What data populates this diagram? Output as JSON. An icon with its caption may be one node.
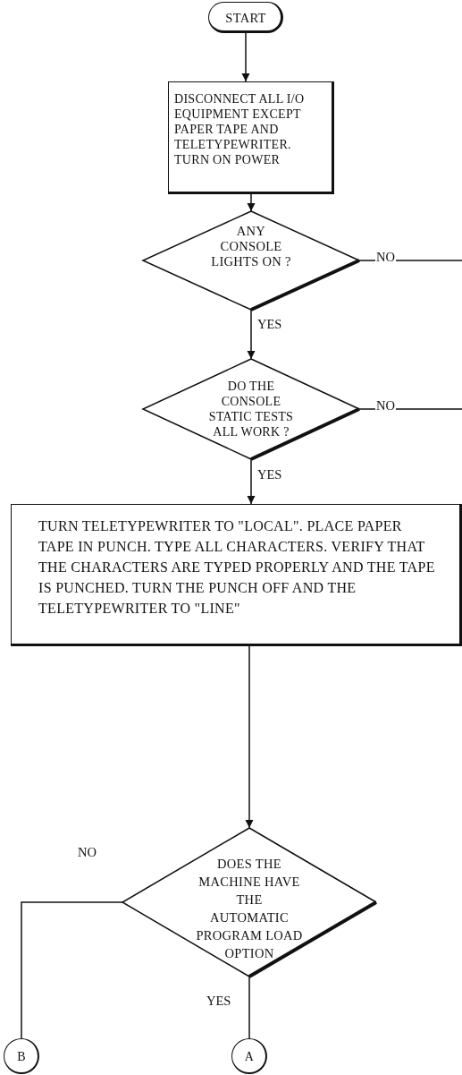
{
  "diagram": {
    "nodes": [
      {
        "text": [
          "START"
        ]
      },
      {
        "text": [
          "DISCONNECT ALL I/O EQUIPMENT EXCEPT PAPER TAPE AND TELETYPEWRITER. TURN ON POWER"
        ]
      },
      {
        "text": [
          "ANY CONSOLE LIGHTS ON ?"
        ]
      },
      {
        "text": [
          "DO THE CONSOLE STATIC TESTS ALL WORK ?"
        ]
      },
      {
        "text": [
          "TURN TELETYPEWRITER TO \"LOCAL\". PLACE PAPER TAPE IN PUNCH. TYPE ALL CHARACTERS. VERIFY THAT THE CHARACTERS ARE TYPED PROPERLY AND THE TAPE IS PUNCHED. TURN THE PUNCH OFF AND THE TELETYPEWRITER TO \"LINE\""
        ]
      },
      {
        "text": [
          "DOES THE MACHINE HAVE THE AUTOMATIC PROGRAM LOAD OPTION"
        ]
      },
      {
        "text": [
          "B"
        ]
      },
      {
        "text": [
          "A"
        ]
      }
    ],
    "edges": [
      {
        "from": 0,
        "to": 1,
        "arrow": "to"
      },
      {
        "from": 1,
        "to": 2,
        "arrow": "to"
      },
      {
        "from": 2,
        "to": null,
        "arrow": "none",
        "label": "NO"
      },
      {
        "from": 2,
        "to": 3,
        "arrow": "to",
        "label": "YES"
      },
      {
        "from": 3,
        "to": null,
        "arrow": "none",
        "label": "NO"
      },
      {
        "from": 3,
        "to": 4,
        "arrow": "to",
        "label": "YES"
      },
      {
        "from": 4,
        "to": 5,
        "arrow": "to"
      },
      {
        "from": 5,
        "to": 6,
        "arrow": "none",
        "label": "NO"
      },
      {
        "from": 5,
        "to": 7,
        "arrow": "none",
        "label": "YES"
      }
    ]
  }
}
